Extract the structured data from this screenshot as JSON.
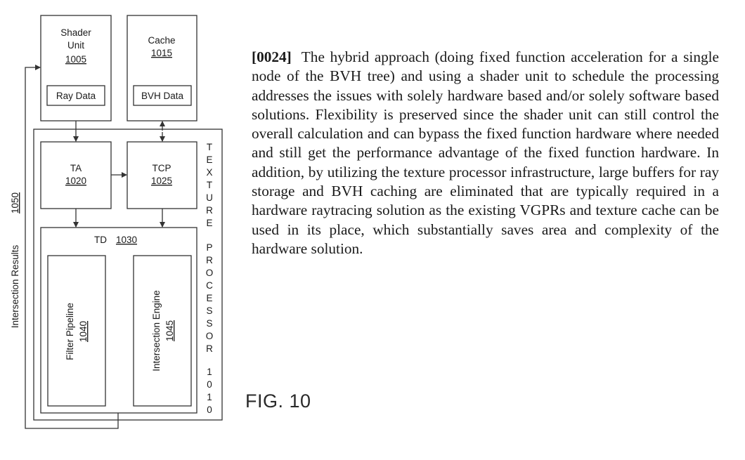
{
  "diagram": {
    "shader_unit": {
      "name": "Shader",
      "name2": "Unit",
      "ref": "1005"
    },
    "ray_data": {
      "label": "Ray Data"
    },
    "cache": {
      "name": "Cache",
      "ref": "1015"
    },
    "bvh_data": {
      "label": "BVH Data"
    },
    "ta": {
      "name": "TA",
      "ref": "1020"
    },
    "tcp": {
      "name": "TCP",
      "ref": "1025"
    },
    "td": {
      "name": "TD",
      "ref": "1030"
    },
    "filter_pipeline": {
      "name": "Filter Pipeline",
      "ref": "1040"
    },
    "intersection_engine": {
      "name": "Intersection Engine",
      "ref": "1045"
    },
    "texture_processor": {
      "letters": [
        "T",
        "E",
        "X",
        "T",
        "U",
        "R",
        "E",
        "P",
        "R",
        "O",
        "C",
        "E",
        "S",
        "S",
        "O",
        "R",
        "1",
        "0",
        "1",
        "0"
      ]
    },
    "intersection_results": {
      "name": "Intersection Results",
      "ref": "1050"
    }
  },
  "paragraph": {
    "number": "[0024]",
    "text": "The hybrid approach (doing fixed function acceleration for a single node of the BVH tree) and using a shader unit to schedule the processing addresses the issues with solely hardware based and/or solely software based solutions. Flexibility is preserved since the shader unit can still control the overall calculation and can bypass the fixed function hardware where needed and still get the performance advantage of the fixed function hardware. In addition, by utilizing the texture processor infrastructure, large buffers for ray storage and BVH caching are eliminated that are typically required in a hardware raytracing solution as the existing VGPRs and texture cache can be used in its place, which substantially saves area and complexity of the hardware solution."
  },
  "figure_label": "FIG. 10"
}
